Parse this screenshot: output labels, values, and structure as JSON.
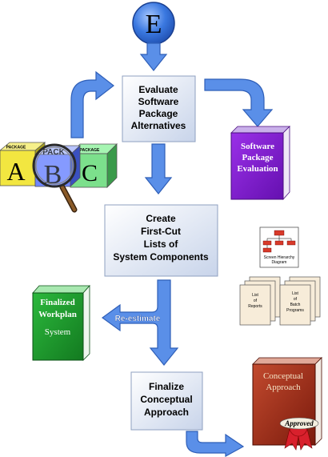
{
  "start": {
    "letter": "E"
  },
  "process_boxes": {
    "evaluate": {
      "lines": [
        "Evaluate",
        "Software",
        "Package",
        "Alternatives"
      ]
    },
    "create": {
      "lines": [
        "Create",
        "First-Cut",
        "Lists of",
        "System Components"
      ]
    },
    "finalize": {
      "lines": [
        "Finalize",
        "Conceptual",
        "Approach"
      ]
    }
  },
  "blocks": {
    "left": {
      "top": "PACKAGE",
      "letter": "A"
    },
    "middle": {
      "top": "PACK",
      "letter": "B"
    },
    "right": {
      "top": "PACKAGE",
      "letter": "C"
    }
  },
  "books": {
    "evaluation": {
      "lines": [
        "Software",
        "Package",
        "Evaluation"
      ]
    },
    "workplan": {
      "lines": [
        "Finalized",
        "Workplan"
      ],
      "subtitle": "System"
    },
    "conceptual": {
      "lines": [
        "Conceptual",
        "Approach"
      ],
      "seal": "Approved"
    }
  },
  "reestimate_label": "Re-estimate",
  "hierarchy_doc": {
    "lines": [
      "Screen Hierarchy",
      "Diagram"
    ]
  },
  "reports_doc": {
    "lines": [
      "List",
      "of",
      "Reports"
    ]
  },
  "batch_doc": {
    "lines": [
      "List",
      "of",
      "Batch",
      "Programs"
    ]
  },
  "colors": {
    "arrow": "#5a8fe8",
    "arrow_stroke": "#2f5fb8",
    "circle": "#3a78e0",
    "purple_book": "#8a1fd8",
    "green_book": "#1f9a2e",
    "red_book": "#a5301c",
    "seal": "#d8202c"
  }
}
